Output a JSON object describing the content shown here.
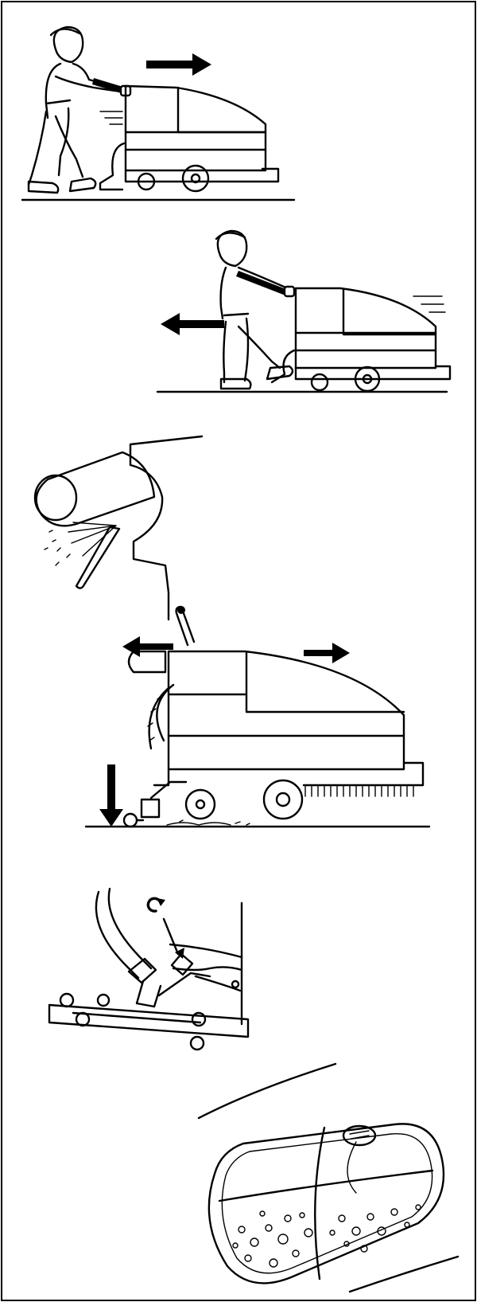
{
  "illustrations": [
    {
      "id": "push-forward",
      "arrow": "right"
    },
    {
      "id": "pull-backward",
      "arrow": "left"
    },
    {
      "id": "hose-spray-detail"
    },
    {
      "id": "squeegee-lower",
      "arrows": [
        "left",
        "right",
        "down"
      ]
    },
    {
      "id": "squeegee-hose-knob",
      "icon": "rotate-icon"
    },
    {
      "id": "debris-tray"
    }
  ],
  "colors": {
    "line": "#000000",
    "background": "#ffffff"
  }
}
